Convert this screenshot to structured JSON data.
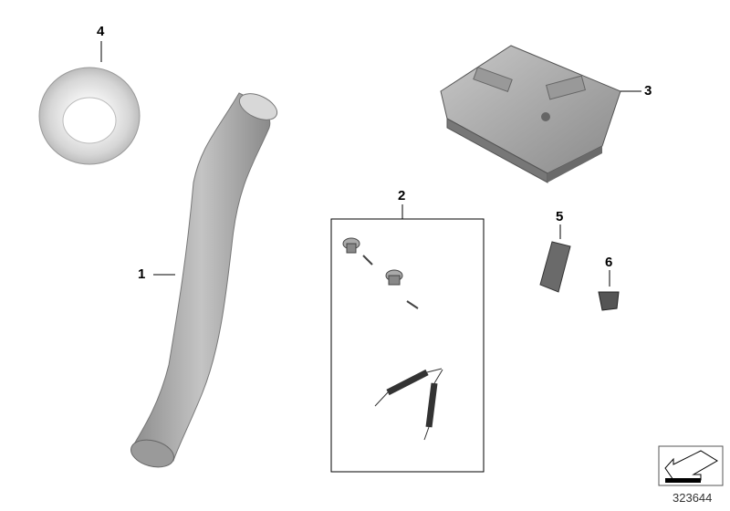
{
  "callouts": {
    "p1": "1",
    "p2": "2",
    "p3": "3",
    "p4": "4",
    "p5": "5",
    "p6": "6"
  },
  "diagram_number": "323644",
  "icons": {
    "nav": "arrow-down-left-icon"
  }
}
